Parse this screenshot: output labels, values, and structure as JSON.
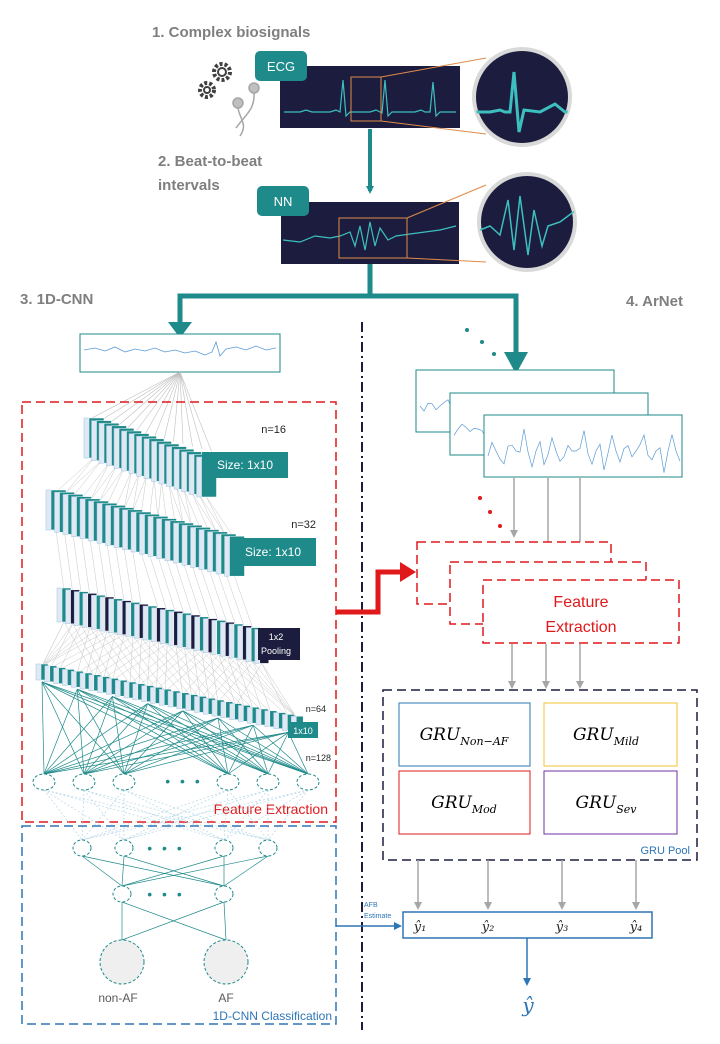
{
  "steps": {
    "step1": "1. Complex biosignals",
    "step2_line1": "2. Beat-to-beat",
    "step2_line2": "intervals",
    "step3": "3. 1D-CNN",
    "step4": "4. ArNet"
  },
  "badges": {
    "ecg": "ECG",
    "nn": "NN"
  },
  "cnn": {
    "layer1": {
      "n": "n=16",
      "size": "Size: 1x10"
    },
    "layer2": {
      "n": "n=32",
      "size": "Size: 1x10"
    },
    "layer3": {
      "pool_line1": "1x2",
      "pool_line2": "Pooling"
    },
    "layer4": {
      "n": "n=64",
      "size": "1x10"
    },
    "dense_n": "n=128",
    "feature_extraction": "Feature Extraction",
    "classification": "1D-CNN Classification",
    "output_labels": [
      "non-AF",
      "AF"
    ],
    "dots": "• • •"
  },
  "arnet": {
    "feature_extraction_line1": "Feature",
    "feature_extraction_line2": "Extraction",
    "gru_pool_label": "GRU Pool",
    "gru": [
      {
        "base": "GRU",
        "sub": "Non−AF",
        "color": "#2e75b6"
      },
      {
        "base": "GRU",
        "sub": "Mild",
        "color": "#f2c232"
      },
      {
        "base": "GRU",
        "sub": "Mod",
        "color": "#e0191b"
      },
      {
        "base": "GRU",
        "sub": "Sev",
        "color": "#7030a0"
      }
    ],
    "afb_line1": "AFB",
    "afb_line2": "Estimate",
    "estimates": [
      "ŷ₁",
      "ŷ₂",
      "ŷ₃",
      "ŷ₄"
    ],
    "final": "ŷ"
  },
  "colors": {
    "teal": "#1f8a8a",
    "teal_light": "#3dbfbf",
    "navy": "#1c1d3e",
    "red": "#e0191b",
    "blue": "#2e75b6",
    "gray": "#7f7f7f"
  },
  "icons": [
    "gear-icon",
    "electrode-icon"
  ]
}
